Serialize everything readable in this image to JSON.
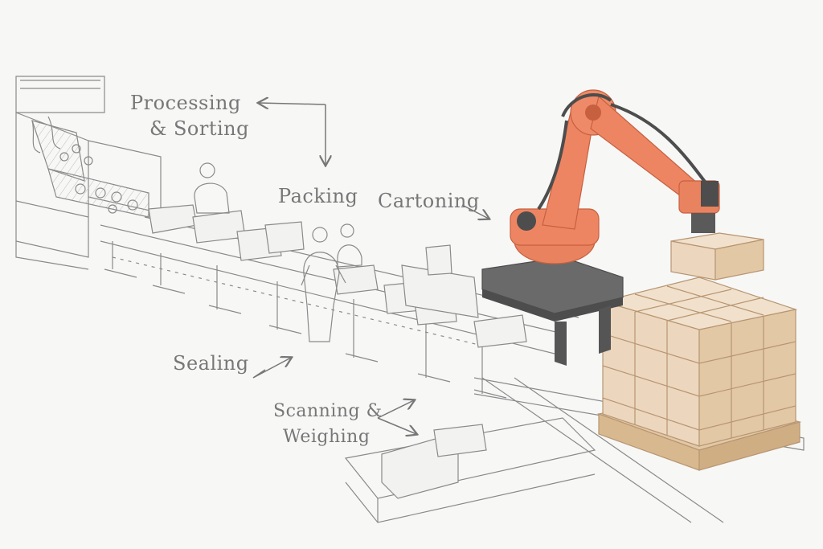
{
  "labels": {
    "processing": "Processing",
    "sorting": "& Sorting",
    "packing": "Packing",
    "cartoning": "Cartoning",
    "sealing": "Sealing",
    "scanning": "Scanning &",
    "weighing": "Weighing"
  },
  "colors": {
    "background": "#f7f7f6",
    "sketch_line": "#8a8a8a",
    "robot_orange": "#ee8562",
    "robot_dark": "#4d4d4d",
    "cardboard": "#e6cdb0",
    "cardboard_edge": "#b89572",
    "pallet_wood": "#dcc19c"
  }
}
